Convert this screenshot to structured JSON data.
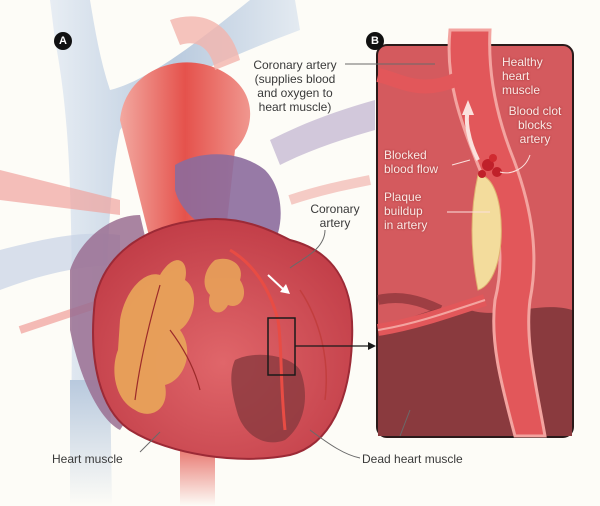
{
  "figure": {
    "panels": [
      {
        "id": "A",
        "label": "A",
        "description": "Heart with blocked coronary artery"
      },
      {
        "id": "B",
        "label": "B",
        "description": "Enlarged view of blocked coronary artery"
      }
    ],
    "labels": {
      "coronary_artery_main": [
        "Coronary artery",
        "(supplies blood",
        "and oxygen to",
        "heart muscle)"
      ],
      "coronary_artery_heart": [
        "Coronary",
        "artery"
      ],
      "healthy_heart_muscle": [
        "Healthy",
        "heart",
        "muscle"
      ],
      "blood_clot": [
        "Blood clot",
        "blocks",
        "artery"
      ],
      "blocked_blood_flow": [
        "Blocked",
        "blood flow"
      ],
      "plaque_buildup": [
        "Plaque",
        "buildup",
        "in artery"
      ],
      "heart_muscle": "Heart muscle",
      "dead_heart_muscle": "Dead heart muscle"
    },
    "colors": {
      "background": "#fdfcf7",
      "muscle_red": "#d9545a",
      "dead_muscle": "#8a3a3e",
      "fat_orange": "#e8a25a",
      "vein_blue": "#b7c8de",
      "vein_purple": "#8c6c9c",
      "artery_red": "#e85a55",
      "plaque_yellow": "#f3dc9c",
      "panel_border": "#2a1a1a"
    }
  }
}
